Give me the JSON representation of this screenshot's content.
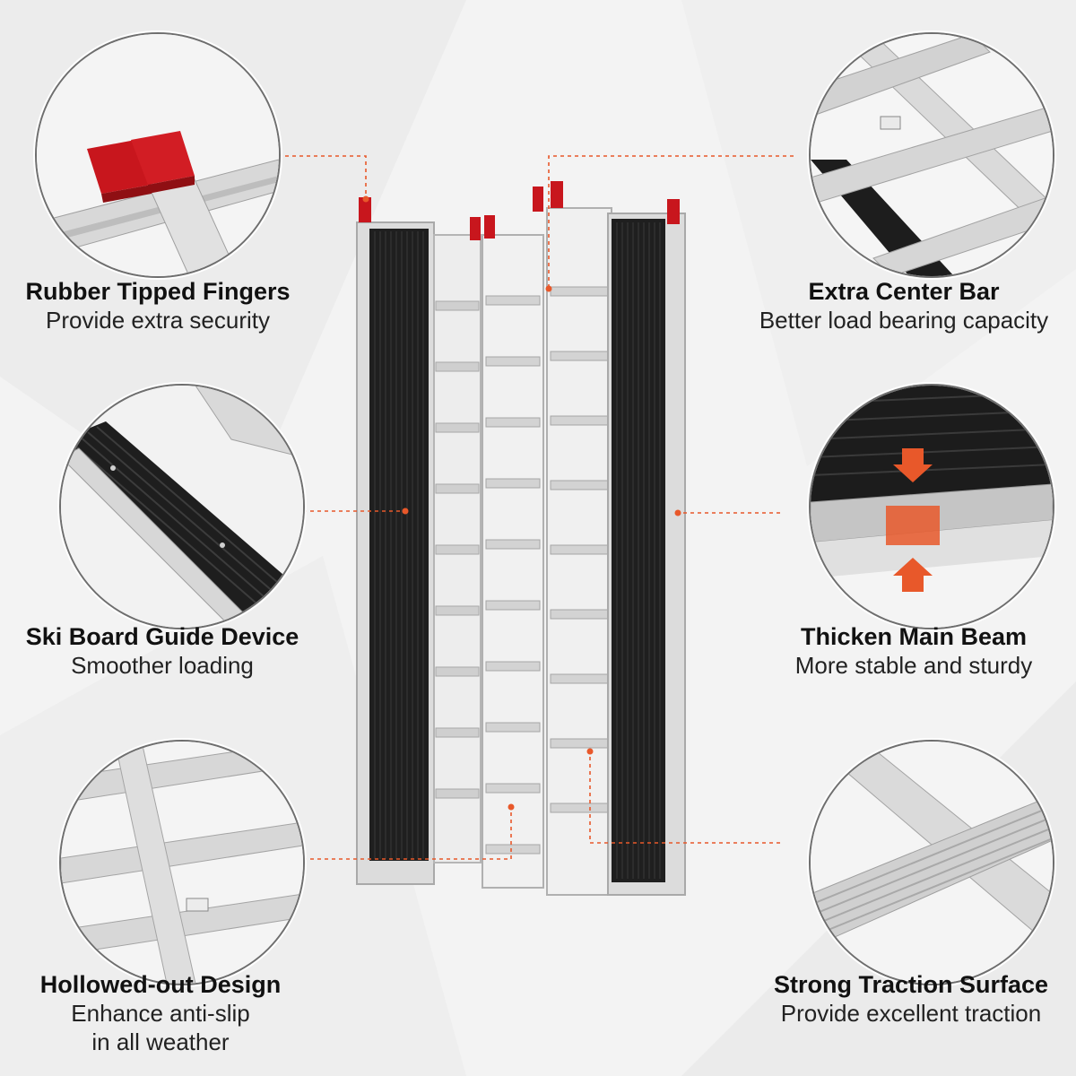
{
  "features": [
    {
      "id": "rubber-tipped-fingers",
      "title": "Rubber Tipped Fingers",
      "subtitle": "Provide extra security"
    },
    {
      "id": "extra-center-bar",
      "title": "Extra Center Bar",
      "subtitle": "Better load bearing capacity"
    },
    {
      "id": "ski-board-guide",
      "title": "Ski Board Guide Device",
      "subtitle": "Smoother loading"
    },
    {
      "id": "thicken-main-beam",
      "title": "Thicken Main Beam",
      "subtitle": "More stable and sturdy"
    },
    {
      "id": "hollowed-out-design",
      "title": "Hollowed-out Design",
      "subtitle_lines": [
        "Enhance anti-slip",
        "in all weather"
      ]
    },
    {
      "id": "strong-traction",
      "title": "Strong Traction Surface",
      "subtitle": "Provide excellent traction"
    }
  ],
  "colors": {
    "accent": "#e8582a",
    "rubber_red": "#c8161d",
    "rubber_black": "#1c1c1c",
    "aluminum": "#d9d9d9",
    "background": "#f3f3f3"
  }
}
